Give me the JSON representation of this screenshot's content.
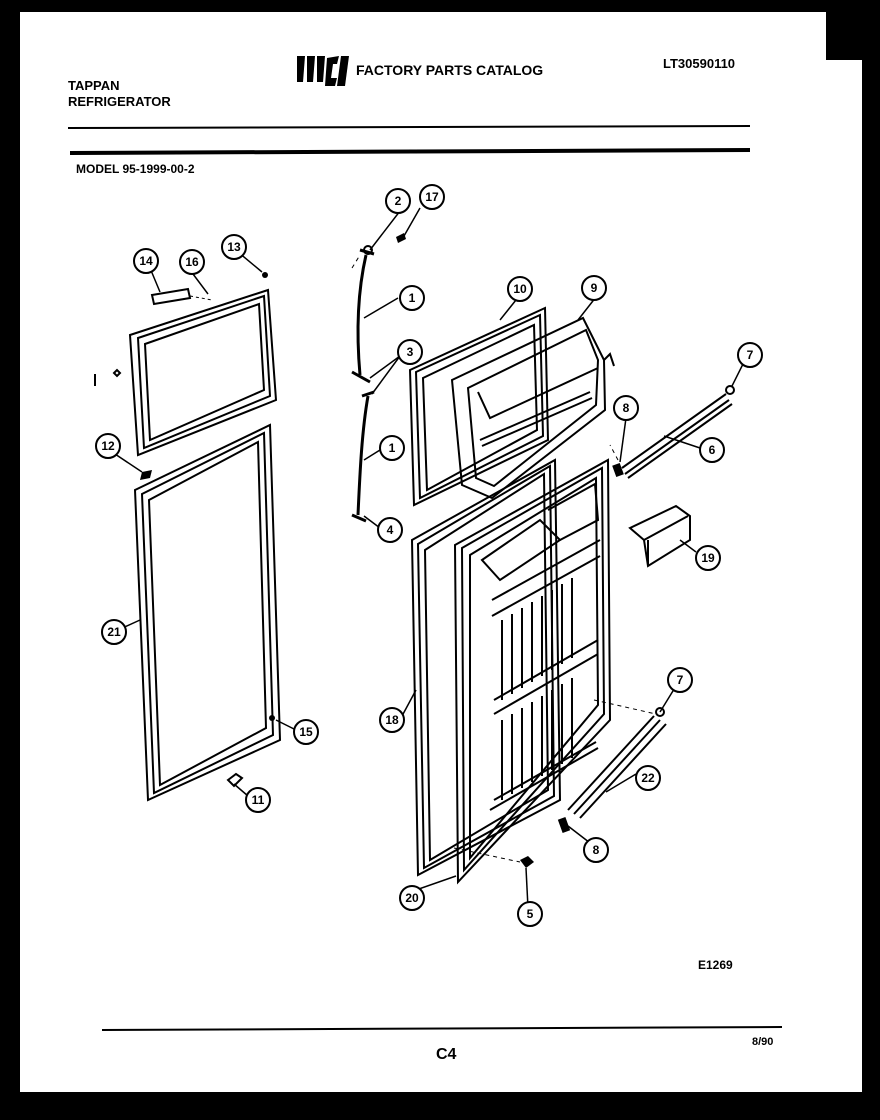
{
  "header": {
    "brand_line1": "TAPPAN",
    "brand_line2": "REFRIGERATOR",
    "logo_text": "WCI",
    "catalog_title": "FACTORY PARTS CATALOG",
    "catalog_number": "LT30590110",
    "model": "MODEL 95-1999-00-2"
  },
  "callouts": [
    "1",
    "1",
    "2",
    "3",
    "4",
    "5",
    "6",
    "7",
    "7",
    "8",
    "8",
    "9",
    "10",
    "11",
    "12",
    "13",
    "14",
    "15",
    "16",
    "17",
    "18",
    "19",
    "20",
    "21",
    "22"
  ],
  "footer": {
    "figure_code": "E1269",
    "page": "C4",
    "date": "8/90"
  },
  "colors": {
    "page": "#ffffff",
    "ink": "#000000",
    "background": "#000000"
  }
}
